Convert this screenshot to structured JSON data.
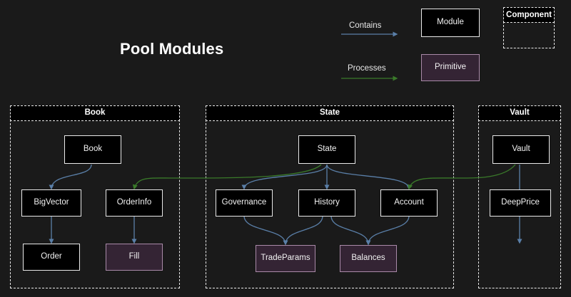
{
  "page": {
    "title": "Pool Modules",
    "background_color": "#1a1a1a"
  },
  "legend": {
    "contains_label": "Contains",
    "processes_label": "Processes",
    "module_label": "Module",
    "primitive_label": "Primitive",
    "component_label": "Component",
    "contains_color": "#5a7fa8",
    "processes_color": "#3a7a2a",
    "module_fill": "#000000",
    "module_border": "#e9e9e9",
    "primitive_fill": "#342434",
    "primitive_border": "#a98aa8"
  },
  "containers": [
    {
      "name": "Book",
      "title": "Book"
    },
    {
      "name": "State",
      "title": "State"
    },
    {
      "name": "Vault",
      "title": "Vault"
    }
  ],
  "nodes": {
    "book": {
      "label": "Book",
      "type": "module"
    },
    "bigvector": {
      "label": "BigVector",
      "type": "module"
    },
    "orderinfo": {
      "label": "OrderInfo",
      "type": "module"
    },
    "order": {
      "label": "Order",
      "type": "module"
    },
    "fill": {
      "label": "Fill",
      "type": "primitive"
    },
    "state": {
      "label": "State",
      "type": "module"
    },
    "governance": {
      "label": "Governance",
      "type": "module"
    },
    "history": {
      "label": "History",
      "type": "module"
    },
    "account": {
      "label": "Account",
      "type": "module"
    },
    "tradeparams": {
      "label": "TradeParams",
      "type": "primitive"
    },
    "balances": {
      "label": "Balances",
      "type": "primitive"
    },
    "vault": {
      "label": "Vault",
      "type": "module"
    },
    "deepprice": {
      "label": "DeepPrice",
      "type": "module"
    }
  },
  "edges": [
    {
      "from": "book",
      "to": "bigvector",
      "relation": "Contains"
    },
    {
      "from": "book",
      "to": "orderinfo",
      "relation": "Contains"
    },
    {
      "from": "bigvector",
      "to": "order",
      "relation": "Contains"
    },
    {
      "from": "orderinfo",
      "to": "fill",
      "relation": "Contains"
    },
    {
      "from": "state",
      "to": "governance",
      "relation": "Contains"
    },
    {
      "from": "state",
      "to": "history",
      "relation": "Contains"
    },
    {
      "from": "state",
      "to": "account",
      "relation": "Contains"
    },
    {
      "from": "governance",
      "to": "tradeparams",
      "relation": "Contains"
    },
    {
      "from": "history",
      "to": "tradeparams",
      "relation": "Contains"
    },
    {
      "from": "history",
      "to": "balances",
      "relation": "Contains"
    },
    {
      "from": "account",
      "to": "balances",
      "relation": "Contains"
    },
    {
      "from": "vault",
      "to": "deepprice",
      "relation": "Contains"
    },
    {
      "from": "state",
      "to": "orderinfo",
      "relation": "Processes"
    },
    {
      "from": "vault",
      "to": "account",
      "relation": "Processes"
    }
  ]
}
